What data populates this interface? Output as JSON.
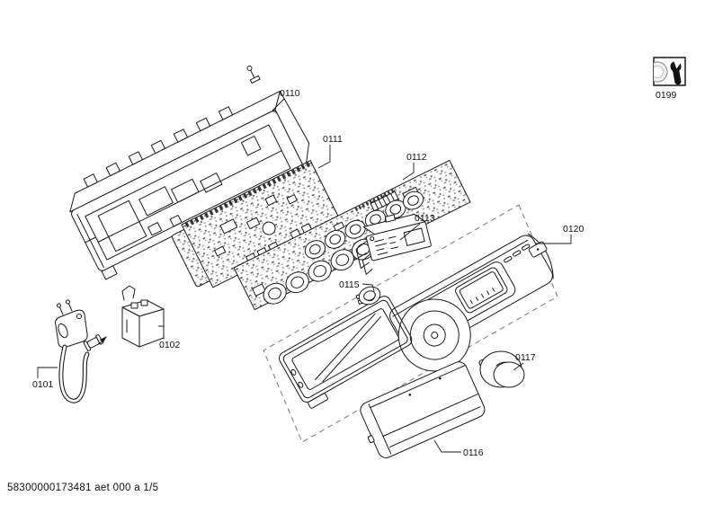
{
  "page": {
    "background": "#ffffff",
    "line_color": "#1a1a1a",
    "dash_color": "#777777",
    "footer": "58300000173481 aet 000 a 1/5"
  },
  "parts": {
    "cord": "0101",
    "filter": "0102",
    "housing": "0110",
    "pcb_main": "0111",
    "pcb_control": "0112",
    "display_module": "0113",
    "grommet": "0115",
    "drawer_front": "0116",
    "knob": "0117",
    "panel_assembly": "0120",
    "service_icon": "0199"
  },
  "icons": {
    "service": "wrench-icon"
  }
}
